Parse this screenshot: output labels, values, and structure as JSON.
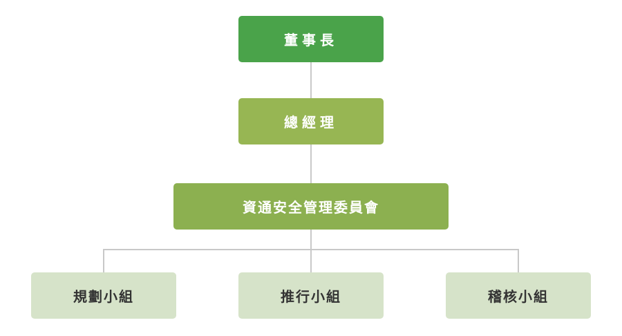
{
  "org_chart": {
    "chairman": "董事長",
    "general_manager": "總經理",
    "committee": "資通安全管理委員會",
    "groups": [
      {
        "label": "規劃小組"
      },
      {
        "label": "推行小組"
      },
      {
        "label": "稽核小組"
      }
    ]
  },
  "colors": {
    "chairman_bg": "#4aa34a",
    "general_manager_bg": "#97b653",
    "committee_bg": "#8cb050",
    "group_bg": "#d6e3c9",
    "group_text": "#333333",
    "connector": "#c8c8c8"
  }
}
